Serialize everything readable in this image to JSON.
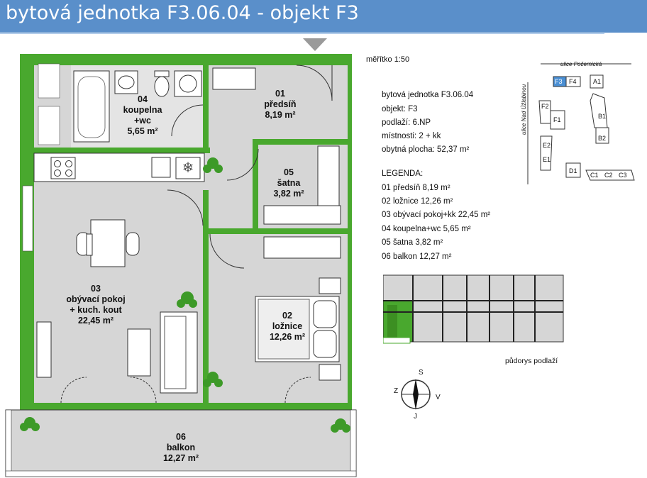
{
  "header": {
    "title": "bytová jednotka F3.06.04  - objekt F3"
  },
  "scale": "měřítko 1:50",
  "info": [
    "bytová jednotka F3.06.04",
    "objekt: F3",
    "podlaží: 6.NP",
    "místnosti: 2 + kk",
    "obytná plocha: 52,37 m²"
  ],
  "legend": {
    "title": "LEGENDA:",
    "items": [
      "01 předsíň 8,19 m²",
      "02 ložnice 12,26 m²",
      "03 obývací pokoj+kk 22,45 m²",
      "04 koupelna+wc 5,65 m²",
      "05 šatna 3,82 m²",
      "06 balkon 12,27 m²"
    ]
  },
  "rooms": {
    "r01": "01\npředsíň\n8,19 m²",
    "r02": "02\nložnice\n12,26 m²",
    "r03": "03\nobývací pokoj\n+ kuch. kout\n22,45 m²",
    "r04": "04\nkoupelna\n+wc\n5,65 m²",
    "r05": "05\nšatna\n3,82 m²",
    "r06": "06\nbalkon\n12,27 m²"
  },
  "site_plan": {
    "street_top": "ulice Počernická",
    "street_side": "ulice Nad Úžlabinou",
    "buildings": [
      "F3",
      "F4",
      "A1",
      "F2",
      "F1",
      "B1",
      "B2",
      "E2",
      "E1",
      "D1",
      "C1",
      "C2",
      "C3"
    ]
  },
  "floor_plan_caption": "půdorys podlaží",
  "compass": {
    "north": "S",
    "south": "J",
    "west": "Z",
    "east": "V"
  },
  "colors": {
    "header": "#5a8fca",
    "wall_green": "#49a82e",
    "floor_grey": "#d6d6d6",
    "highlight_blue": "#4a8fd4"
  }
}
